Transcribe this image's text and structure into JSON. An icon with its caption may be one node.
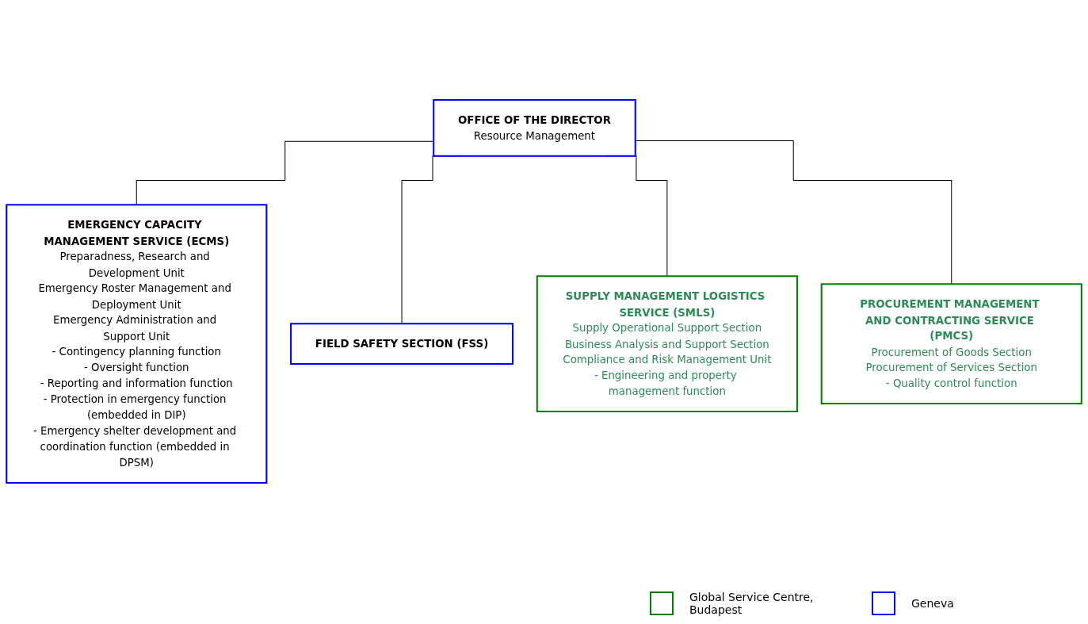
{
  "diagram": {
    "nodes": [
      {
        "text": [
          "OFFICE OF THE DIRECTOR",
          "Resource Management"
        ]
      },
      {
        "text": [
          "EMERGENCY CAPACITY MANAGEMENT SERVICE (ECMS)",
          "Preparadness, Research and Development Unit",
          "Emergency Roster Management and Deployment Unit",
          "Emergency Administration and Support Unit",
          "- Contingency planning function",
          "- Oversight function",
          "- Reporting and information function",
          "- Protection in emergency function (embedded in DIP)",
          "- Emergency shelter development and coordination function (embedded in DPSM)"
        ]
      },
      {
        "text": [
          "FIELD SAFETY SECTION (FSS)"
        ]
      },
      {
        "text": [
          "SUPPLY MANAGEMENT LOGISTICS SERVICE (SMLS)",
          "Supply Operational Support Section",
          "Business Analysis and Support Section",
          "Compliance and Risk Management Unit",
          "- Engineering and property management function"
        ]
      },
      {
        "text": [
          "PROCUREMENT MANAGEMENT AND CONTRACTING SERVICE (PMCS)",
          "Procurement of Goods Section",
          "Procurement of Services Section",
          "- Quality control function"
        ]
      }
    ],
    "edges": [
      {
        "from": 0,
        "to": 1,
        "arrow": "none"
      },
      {
        "from": 0,
        "to": 2,
        "arrow": "none"
      },
      {
        "from": 0,
        "to": 3,
        "arrow": "none"
      },
      {
        "from": 0,
        "to": 4,
        "arrow": "none"
      }
    ],
    "legend": [
      {
        "text": "Global Service Centre, Budapest",
        "color": "#008000"
      },
      {
        "text": "Geneva",
        "color": "#0000ff"
      }
    ]
  }
}
